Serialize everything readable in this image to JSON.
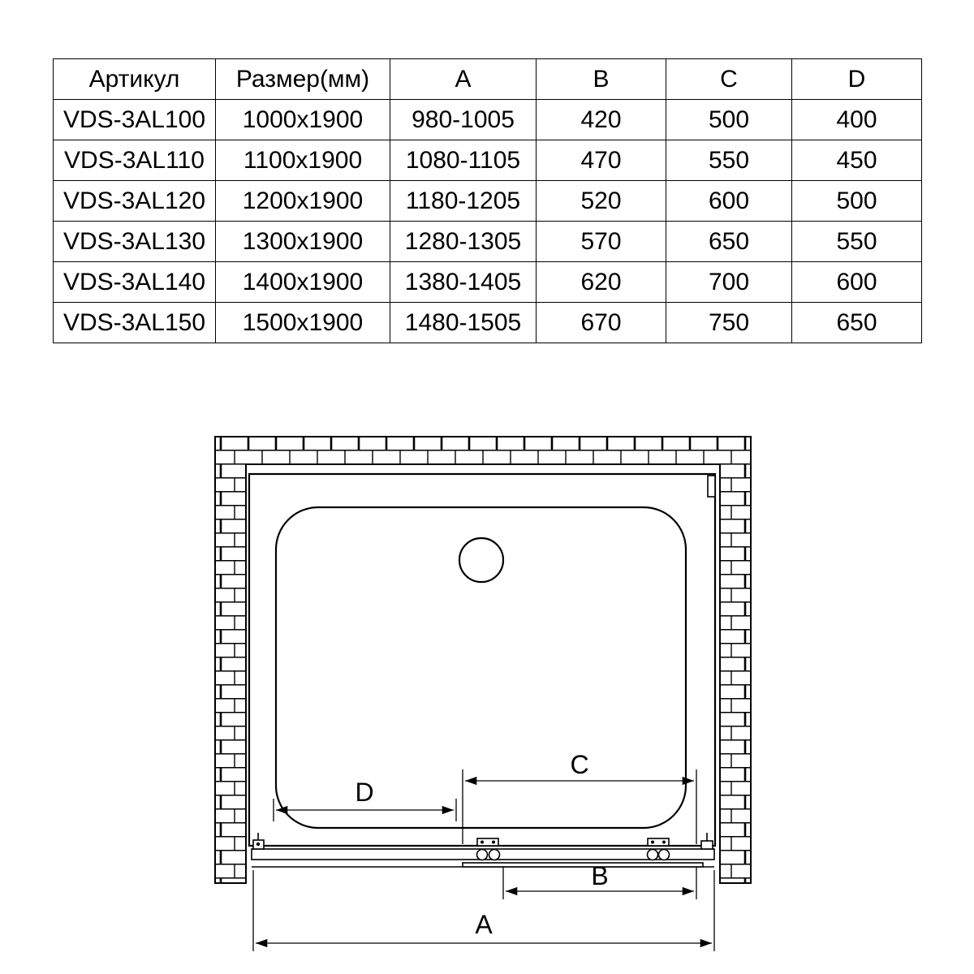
{
  "table": {
    "headers": [
      "Артикул",
      "Размер(мм)",
      "A",
      "B",
      "C",
      "D"
    ],
    "rows": [
      [
        "VDS-3AL100",
        "1000x1900",
        "980-1005",
        "420",
        "500",
        "400"
      ],
      [
        "VDS-3AL110",
        "1100x1900",
        "1080-1105",
        "470",
        "550",
        "450"
      ],
      [
        "VDS-3AL120",
        "1200x1900",
        "1180-1205",
        "520",
        "600",
        "500"
      ],
      [
        "VDS-3AL130",
        "1300x1900",
        "1280-1305",
        "570",
        "650",
        "550"
      ],
      [
        "VDS-3AL140",
        "1400x1900",
        "1380-1405",
        "620",
        "700",
        "600"
      ],
      [
        "VDS-3AL150",
        "1500x1900",
        "1480-1505",
        "670",
        "750",
        "650"
      ]
    ]
  },
  "diagram": {
    "labels": {
      "a": "A",
      "b": "B",
      "c": "C",
      "d": "D"
    }
  },
  "colors": {
    "line": "#000000",
    "background": "#ffffff"
  }
}
